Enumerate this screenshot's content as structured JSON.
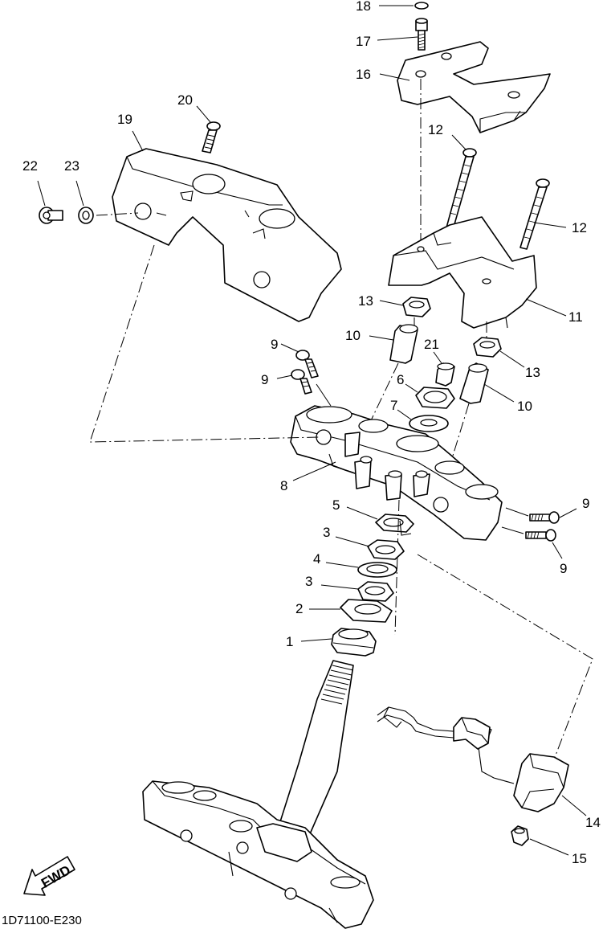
{
  "diagram": {
    "code": "1D71100-E230",
    "fwd_label": "FWD",
    "callouts": [
      {
        "id": "c18",
        "text": "18"
      },
      {
        "id": "c17",
        "text": "17"
      },
      {
        "id": "c16",
        "text": "16"
      },
      {
        "id": "c20",
        "text": "20"
      },
      {
        "id": "c19",
        "text": "19"
      },
      {
        "id": "c12a",
        "text": "12"
      },
      {
        "id": "c22",
        "text": "22"
      },
      {
        "id": "c23",
        "text": "23"
      },
      {
        "id": "c12b",
        "text": "12"
      },
      {
        "id": "c13a",
        "text": "13"
      },
      {
        "id": "c11",
        "text": "11"
      },
      {
        "id": "c10a",
        "text": "10"
      },
      {
        "id": "c9a",
        "text": "9"
      },
      {
        "id": "c21",
        "text": "21"
      },
      {
        "id": "c13b",
        "text": "13"
      },
      {
        "id": "c9b",
        "text": "9"
      },
      {
        "id": "c6",
        "text": "6"
      },
      {
        "id": "c10b",
        "text": "10"
      },
      {
        "id": "c7",
        "text": "7"
      },
      {
        "id": "c8",
        "text": "8"
      },
      {
        "id": "c9c",
        "text": "9"
      },
      {
        "id": "c5",
        "text": "5"
      },
      {
        "id": "c3a",
        "text": "3"
      },
      {
        "id": "c9d",
        "text": "9"
      },
      {
        "id": "c4",
        "text": "4"
      },
      {
        "id": "c3b",
        "text": "3"
      },
      {
        "id": "c2",
        "text": "2"
      },
      {
        "id": "c1",
        "text": "1"
      },
      {
        "id": "c14",
        "text": "14"
      },
      {
        "id": "c15",
        "text": "15"
      }
    ]
  }
}
